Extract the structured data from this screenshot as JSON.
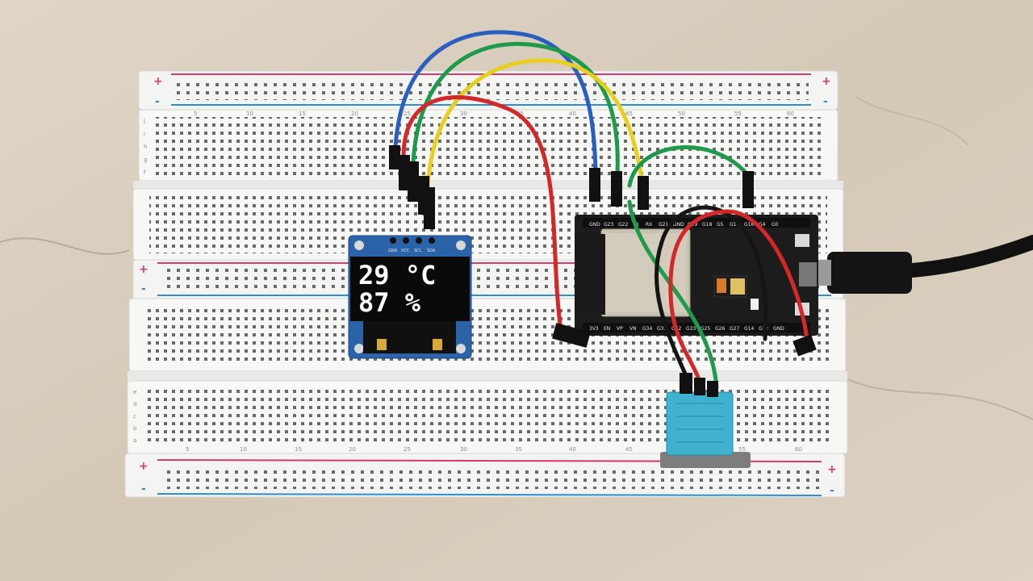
{
  "scene": {
    "description_label": "",
    "background_color": "#d8cdbd"
  },
  "oled": {
    "pin_labels": [
      "GND",
      "VCC",
      "SCL",
      "SDA"
    ],
    "line1": "29 °C",
    "line2": "87 %",
    "board_color": "#2b63a8",
    "screen_color": "#0a0a0a"
  },
  "esp32": {
    "top_pin_labels": [
      "GND",
      "G23",
      "G22",
      "TX",
      "RX",
      "G21",
      "GND",
      "G19",
      "G18",
      "G5",
      "G17",
      "G16",
      "G4",
      "G0"
    ],
    "bottom_pin_labels": [
      "3V3",
      "EN",
      "VP",
      "VN",
      "G34",
      "G35",
      "G32",
      "G33",
      "G25",
      "G26",
      "G27",
      "G14",
      "G12",
      "GND"
    ],
    "board_color": "#1c1c1c"
  },
  "breadboard": {
    "rail_plus": "+",
    "rail_minus": "-",
    "column_numbers": [
      "5",
      "10",
      "15",
      "20",
      "25",
      "30",
      "35",
      "40",
      "45",
      "50",
      "55",
      "60"
    ],
    "row_letters_top": [
      "j",
      "i",
      "h",
      "g",
      "f"
    ],
    "row_letters_bottom": [
      "e",
      "d",
      "c",
      "b",
      "a"
    ]
  },
  "wires": {
    "blue": "#2a5fc0",
    "green": "#1f9a4b",
    "yellow": "#e6cf1f",
    "red": "#d42727",
    "black": "#151515"
  },
  "sensor": {
    "color": "#3fb2cf"
  }
}
